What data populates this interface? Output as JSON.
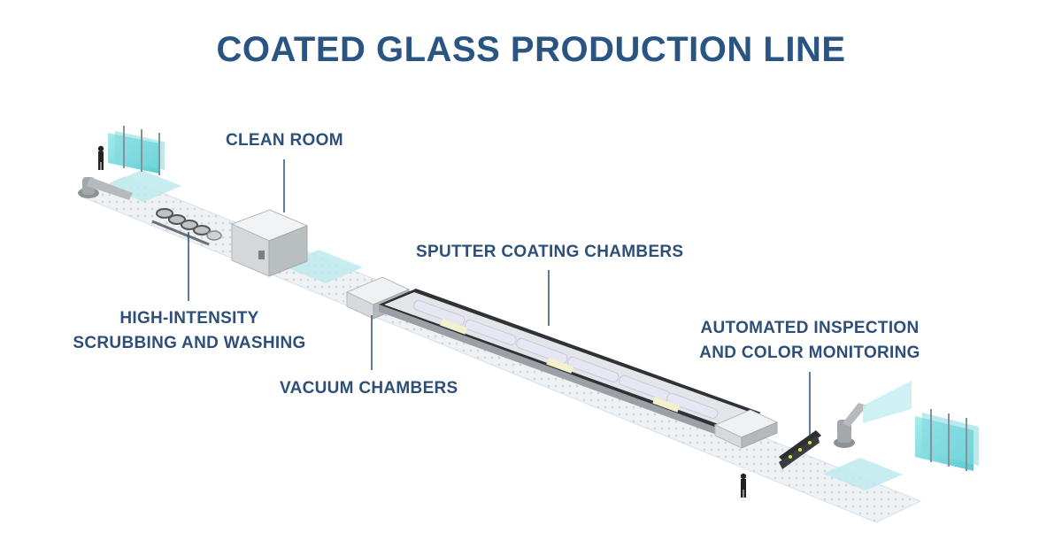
{
  "title": "COATED GLASS PRODUCTION LINE",
  "labels": {
    "clean_room": "CLEAN ROOM",
    "sputter": "SPUTTER COATING CHAMBERS",
    "washing_line1": "HIGH-INTENSITY",
    "washing_line2": "SCRUBBING AND WASHING",
    "vacuum": "VACUUM CHAMBERS",
    "inspection_line1": "AUTOMATED INSPECTION",
    "inspection_line2": "AND COLOR MONITORING"
  },
  "colors": {
    "title": "#2a5482",
    "label": "#2d4f78",
    "glass": "#5fd3d8",
    "conveyor": "#e9eef2",
    "chamber": "#d8dadc",
    "roller": "#e4e4f0"
  }
}
